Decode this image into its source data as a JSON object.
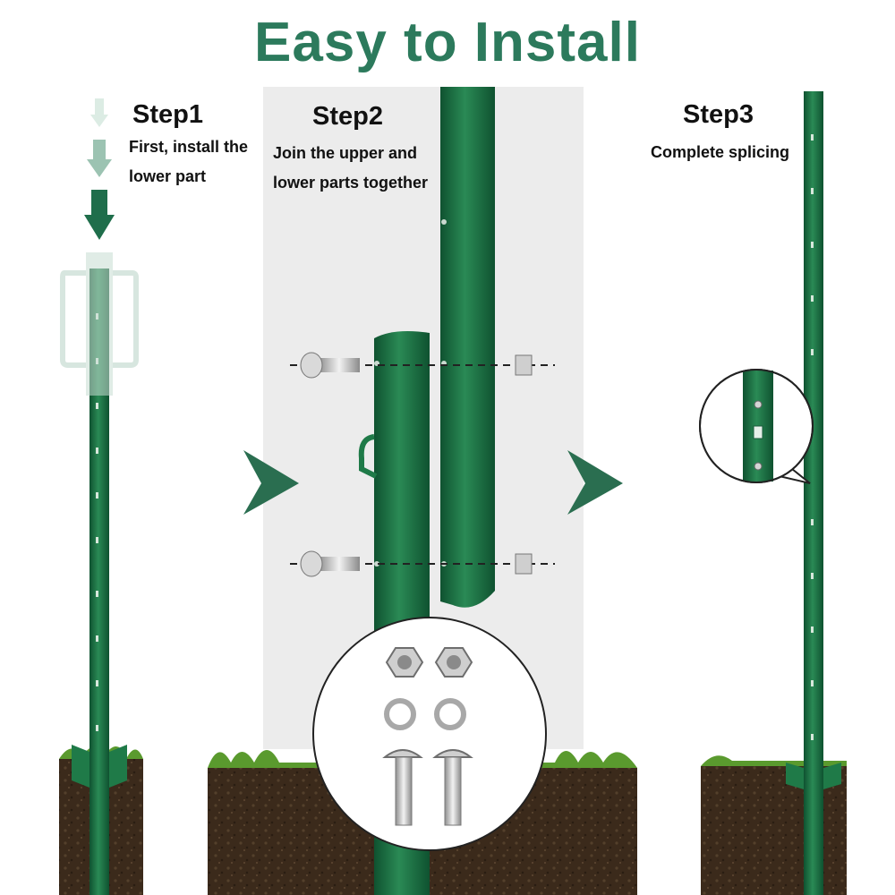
{
  "title": "Easy to Install",
  "steps": [
    {
      "title": "Step1",
      "description": [
        "First, install the",
        "lower part"
      ]
    },
    {
      "title": "Step2",
      "description": [
        "Join the upper and",
        "lower parts together"
      ]
    },
    {
      "title": "Step3",
      "description": [
        "Complete splicing"
      ]
    }
  ],
  "colors": {
    "brand_green": "#2c7a5c",
    "post_green": "#1f7a48",
    "post_dark": "#135a33",
    "arrow_green": "#2a6e50",
    "panel_gray": "#ececec",
    "soil": "#3a2a1c",
    "grass": "#5a9a2e"
  },
  "icons": [
    "down-arrow-icon",
    "right-chevron-icon",
    "hex-nut-icon",
    "lock-washer-icon",
    "bolt-icon",
    "magnifier-callout"
  ]
}
